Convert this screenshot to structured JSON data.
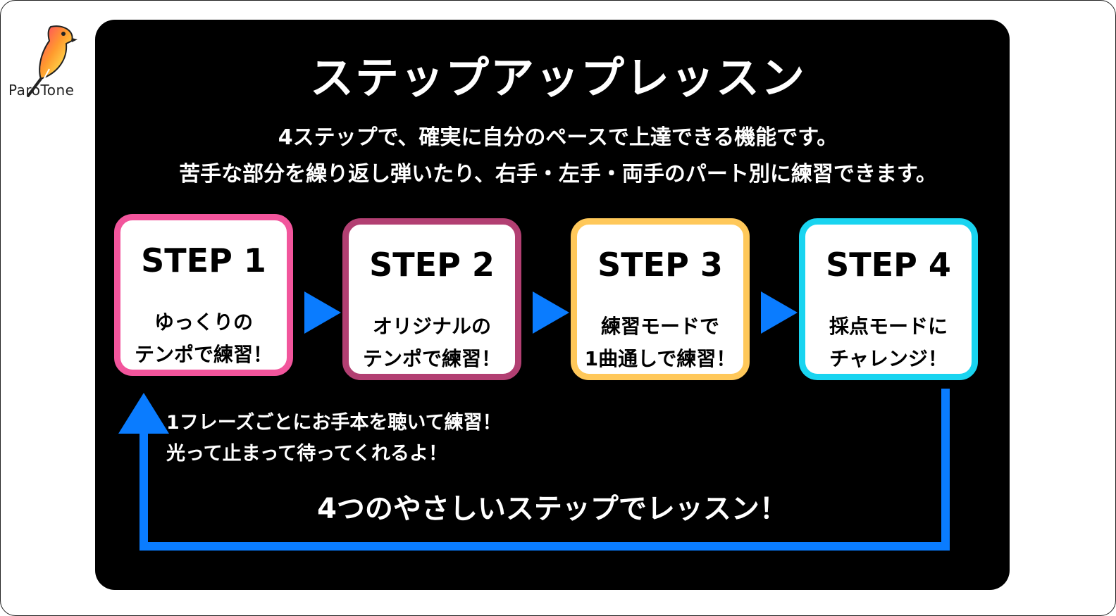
{
  "logo": {
    "text": "ParoTone"
  },
  "title": "ステップアップレッスン",
  "subtitle": [
    "4ステップで、確実に自分のペースで上達できる機能です。",
    "苦手な部分を繰り返し弾いたり、右手・左手・両手のパート別に練習できます。"
  ],
  "steps": [
    {
      "label": "STEP 1",
      "line1": "ゆっくりの",
      "line2": "テンポで練習！",
      "color": "#f2559c"
    },
    {
      "label": "STEP 2",
      "line1": "オリジナルの",
      "line2": "テンポで練習！",
      "color": "#b23f72"
    },
    {
      "label": "STEP 3",
      "line1": "練習モードで",
      "line2": "1曲通しで練習！",
      "color": "#ffc85a"
    },
    {
      "label": "STEP 4",
      "line1": "採点モードに",
      "line2": "チャレンジ！",
      "color": "#19d4f0"
    }
  ],
  "note": [
    "1フレーズごとにお手本を聴いて練習！",
    "光って止まって待ってくれるよ！"
  ],
  "bottom_text": "4つのやさしいステップでレッスン！",
  "colors": {
    "arrow": "#0a7cff",
    "panel": "#000000"
  }
}
